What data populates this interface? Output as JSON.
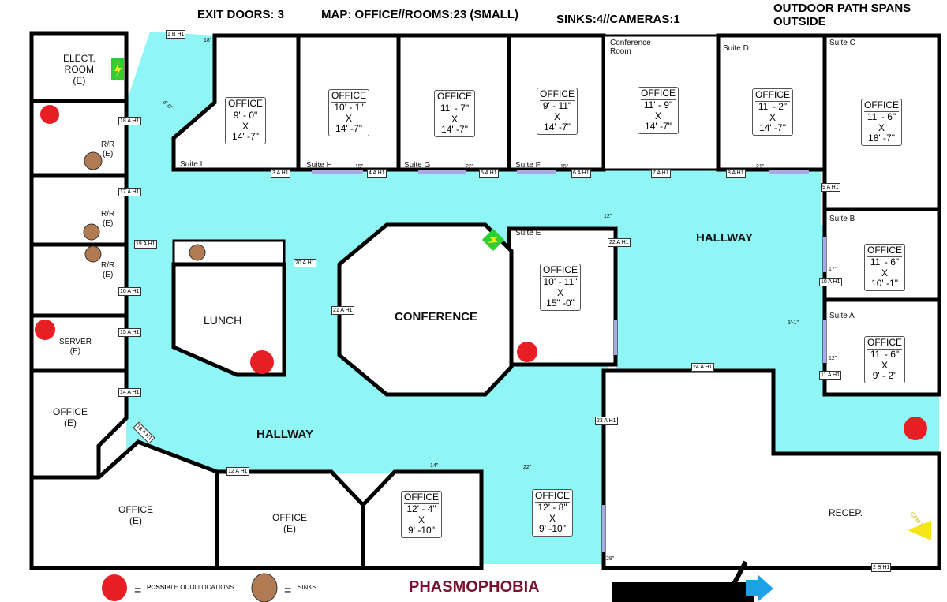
{
  "header": {
    "exit_doors": "EXIT DOORS: 3",
    "map": "MAP: OFFICE//ROOMS:23 (SMALL)",
    "sinks_cameras": "SINKS:4//CAMERAS:1",
    "outdoor_line1": "OUTDOOR PATH SPANS",
    "outdoor_line2": "OUTSIDE"
  },
  "rooms": {
    "elect": [
      "ELECT.",
      "ROOM",
      "(E)"
    ],
    "rr": [
      "R/R",
      "(E)"
    ],
    "server": [
      "SERVER",
      "(E)"
    ],
    "office_e": [
      "OFFICE",
      "(E)"
    ],
    "lunch": "LUNCH",
    "conference": "CONFERENCE",
    "hallway": "HALLWAY",
    "recep": "RECEP."
  },
  "offices": [
    {
      "title": "OFFICE",
      "w": "9' - 0\"",
      "x": "X",
      "l": "14' -7\""
    },
    {
      "title": "OFFICE",
      "w": "10' - 1\"",
      "x": "X",
      "l": "14' -7\""
    },
    {
      "title": "OFFICE",
      "w": "11' - 7\"",
      "x": "X",
      "l": "14' -7\""
    },
    {
      "title": "OFFICE",
      "w": "9' - 11\"",
      "x": "X",
      "l": "14' -7\""
    },
    {
      "title": "OFFICE",
      "w": "11' - 9\"",
      "x": "X",
      "l": "14' -7\""
    },
    {
      "title": "OFFICE",
      "w": "11' - 2\"",
      "x": "X",
      "l": "14' -7\""
    },
    {
      "title": "OFFICE",
      "w": "11' - 6\"",
      "x": "X",
      "l": "18' -7\""
    },
    {
      "title": "OFFICE",
      "w": "11' - 6\"",
      "x": "X",
      "l": "10' -1\""
    },
    {
      "title": "OFFICE",
      "w": "11' - 6\"",
      "x": "X",
      "l": "9' - 2\""
    },
    {
      "title": "OFFICE",
      "w": "10' - 11\"",
      "x": "X",
      "l": "15\" -0\""
    },
    {
      "title": "OFFICE",
      "w": "12' - 4\"",
      "x": "X",
      "l": "9' -10\""
    },
    {
      "title": "OFFICE",
      "w": "12' - 8\"",
      "x": "X",
      "l": "9' -10\""
    }
  ],
  "suites": [
    "Suite I",
    "Suite H",
    "Suite G",
    "Suite F",
    "Suite D",
    "Suite C",
    "Suite B",
    "Suite A",
    "Suite E"
  ],
  "conference_room": [
    "Conference",
    "Room"
  ],
  "door_tags": [
    "1 B H1",
    "18 A H1",
    "17 A H1",
    "19 A H1",
    "16 A H1",
    "15 A H1",
    "14 A H1",
    "13 A H1",
    "12 A H1",
    "3 A H1",
    "4 A H1",
    "5 A H1",
    "6 A H1",
    "7 A H1",
    "8 A H1",
    "9 A H1",
    "10 A H1",
    "11 A H1",
    "20 A H1",
    "21 A H1",
    "22 A H1",
    "23 A H1",
    "24 A H1",
    "2 B H1"
  ],
  "dimensions": [
    "18\"",
    "4'-0\"",
    "15\"",
    "22\"",
    "15\"",
    "21\"",
    "12\"",
    "17\"",
    "12\"",
    "5'-1\"",
    "14\"",
    "22\"",
    "28\""
  ],
  "camera_label": "CAM 1",
  "legend": {
    "ouija": "POSSIBLE OUIJI LOCATIONS",
    "ouija_bold": "POSSIB",
    "ouija_rest": "LE OUIJI LOCATIONS",
    "sinks": "SINKS",
    "equals": "="
  },
  "brand": "PHASMOPHOBIA",
  "colors": {
    "hallway": "#8ff5f5",
    "ouija": "#e81e25",
    "sink": "#b07a52",
    "power": "#33cc33",
    "camera": "#f5e61a",
    "brand": "#7a1030",
    "arrow": "#1aa3e8",
    "window": "#a9a9e6"
  },
  "icons": {
    "power": "lightning-bolt-icon",
    "camera": "camera-icon",
    "exit": "arrow-right-icon"
  }
}
